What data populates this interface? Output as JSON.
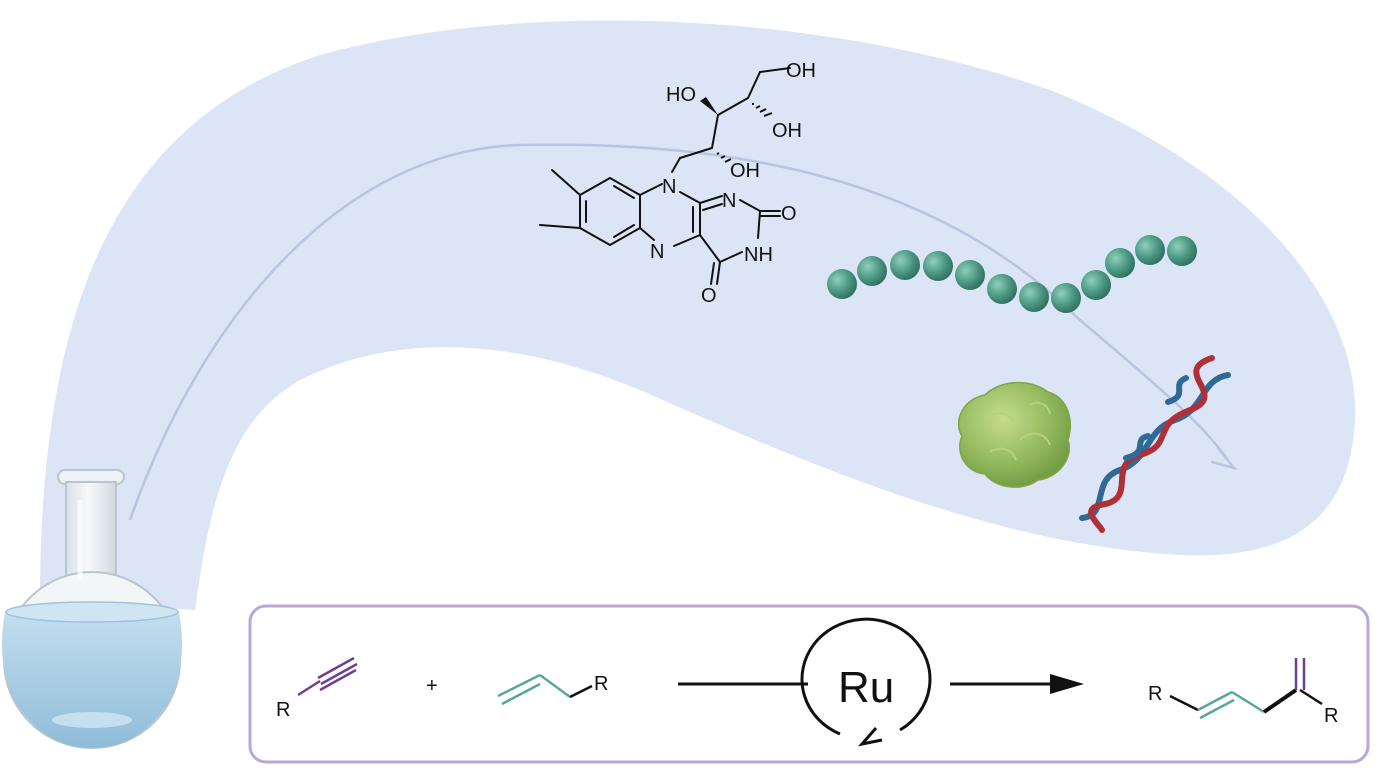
{
  "colors": {
    "band": "#dce5f5",
    "panel_border": "#b9a8d2",
    "panel_fill": "#ffffff",
    "bead": "#4e9a86",
    "bead_highlight": "#7fc2ad",
    "dna_red": "#b0303a",
    "dna_blue": "#2f6a96",
    "protein": "#8fb85a",
    "alkyne": "#6f3f8f",
    "alkene": "#5aa5a0",
    "flask_liquid": "#a9cfe6",
    "flask_glass": "#e9eef2"
  },
  "icons": {
    "flask": "round-bottom-flask-icon",
    "peptide": "bead-chain-peptide-icon",
    "protein": "globular-protein-icon",
    "dna": "double-helix-dna-icon"
  },
  "riboflavin": {
    "labels": {
      "oh_top": "OH",
      "ho_left": "HO",
      "oh_mid": "OH",
      "oh_low": "OH",
      "n10": "N",
      "n1": "N",
      "n5": "N",
      "nh": "NH",
      "o2": "O",
      "o4": "O"
    }
  },
  "reaction": {
    "reactant1_r": "R",
    "plus": "+",
    "reactant2_r": "R",
    "catalyst": "Ru",
    "product_r1": "R",
    "product_r2": "R"
  }
}
